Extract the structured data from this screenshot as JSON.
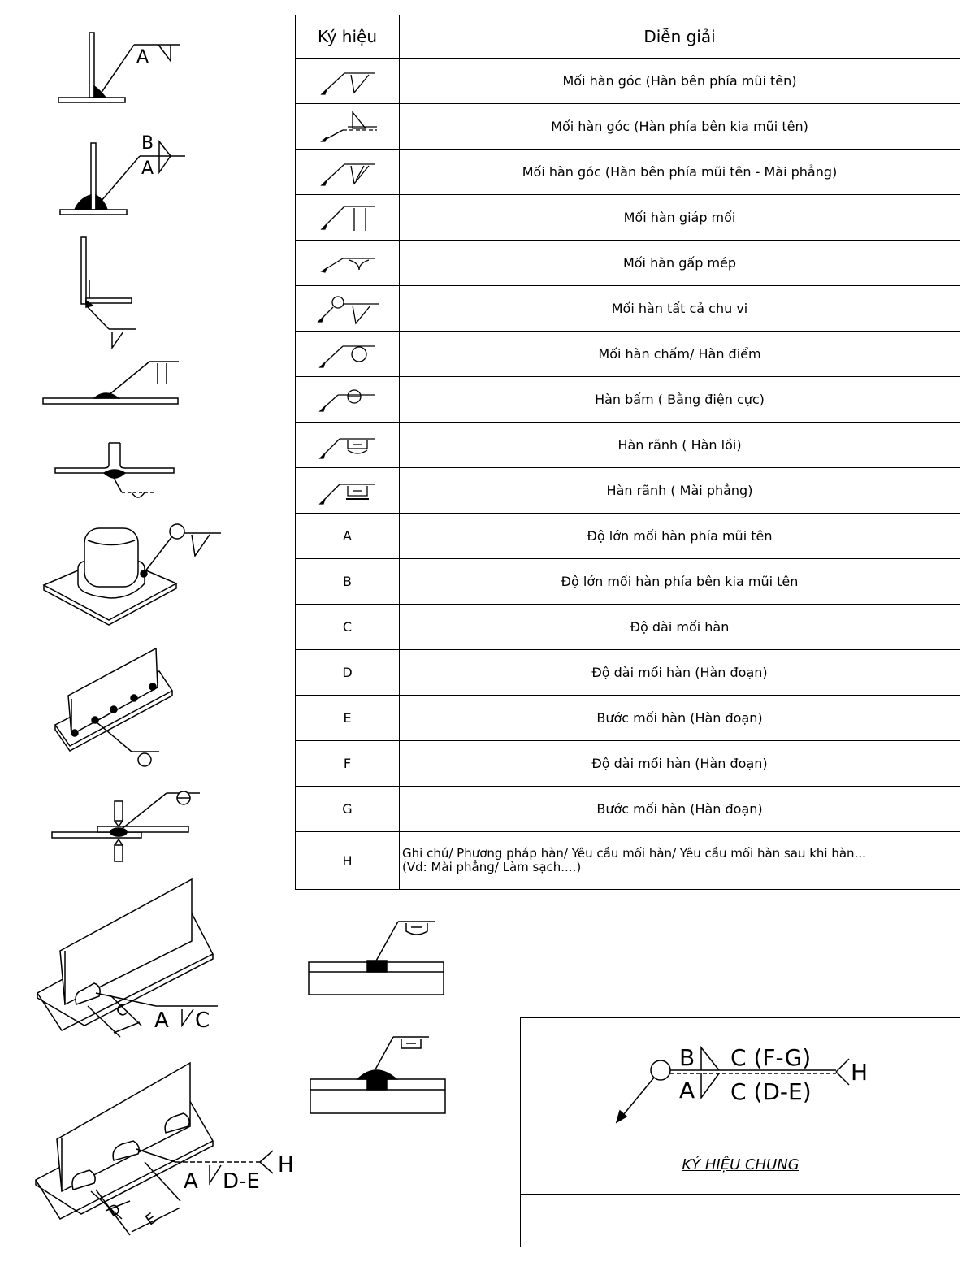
{
  "table": {
    "headers": {
      "symbol": "Ký hiệu",
      "description": "Diễn giải"
    },
    "rows": [
      {
        "icon": "fillet-arrow-side-icon",
        "desc": "Mối hàn góc (Hàn bên phía mũi tên)"
      },
      {
        "icon": "fillet-other-side-icon",
        "desc": "Mối hàn góc (Hàn phía bên kia mũi tên)"
      },
      {
        "icon": "fillet-flush-icon",
        "desc": "Mối hàn góc (Hàn bên phía mũi tên - Mài phẳng)"
      },
      {
        "icon": "butt-weld-icon",
        "desc": "Mối hàn giáp mối"
      },
      {
        "icon": "flare-weld-icon",
        "desc": "Mối hàn gấp mép"
      },
      {
        "icon": "weld-all-around-icon",
        "desc": "Mối hàn tất cả chu vi"
      },
      {
        "icon": "spot-weld-icon",
        "desc": "Mối hàn chấm/ Hàn điểm"
      },
      {
        "icon": "seam-weld-icon",
        "desc": "Hàn bấm ( Bằng điện cực)"
      },
      {
        "icon": "plug-weld-convex-icon",
        "desc": "Hàn rãnh ( Hàn lồi)"
      },
      {
        "icon": "plug-weld-flush-icon",
        "desc": "Hàn rãnh ( Mài phẳng)"
      },
      {
        "letter": "A",
        "desc": "Độ lớn mối hàn phía mũi tên"
      },
      {
        "letter": "B",
        "desc": "Độ lớn mối hàn phía bên kia mũi tên"
      },
      {
        "letter": "C",
        "desc": "Độ dài mối hàn"
      },
      {
        "letter": "D",
        "desc": "Độ dài mối hàn (Hàn đoạn)"
      },
      {
        "letter": "E",
        "desc": "Bước mối hàn (Hàn đoạn)"
      },
      {
        "letter": "F",
        "desc": "Độ dài mối hàn (Hàn đoạn)"
      },
      {
        "letter": "G",
        "desc": "Bước mối hàn (Hàn đoạn)"
      },
      {
        "letter": "H",
        "desc": "Ghi chú/ Phương pháp hàn/ Yêu cầu mối hàn/ Yêu cầu mối hàn sau khi hàn...",
        "desc2": "(Vd: Mài phẳng/ Làm sạch....)"
      }
    ]
  },
  "drawings": {
    "labels": {
      "a": "A",
      "b": "B",
      "c": "C",
      "d": "D",
      "e": "E",
      "h": "H",
      "de": "D-E"
    }
  },
  "general": {
    "top_left": "B",
    "top_right": "C (F-G)",
    "bottom_left": "A",
    "bottom_right": "C (D-E)",
    "tail": "H",
    "caption": "KÝ HIỆU CHUNG"
  }
}
